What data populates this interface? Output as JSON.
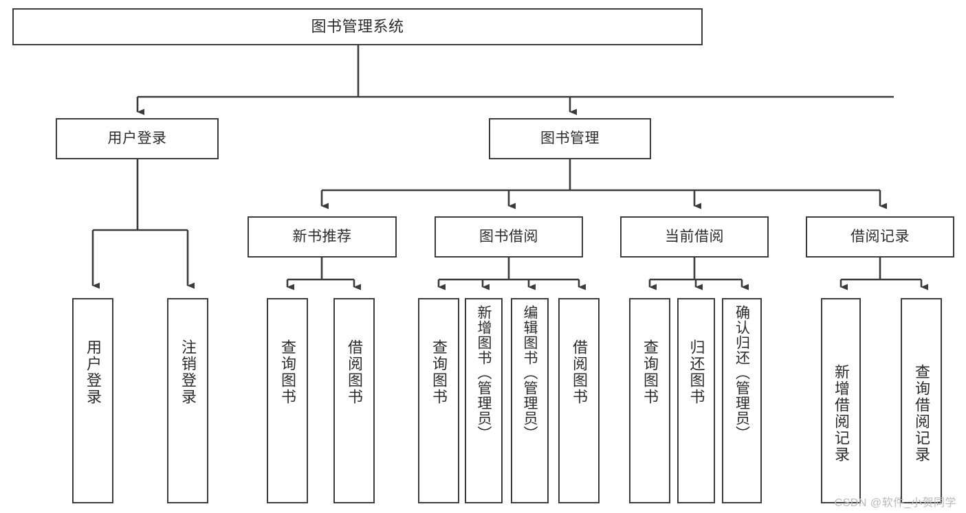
{
  "diagram": {
    "type": "tree-hierarchy-diagram",
    "title": "图书管理系统",
    "line_color": "#3b3b3b",
    "box_fill": "#ffffff",
    "text_color": "#2b2b2b",
    "levels": {
      "root": {
        "label": "图书管理系统"
      },
      "level2": [
        {
          "label": "用户登录"
        },
        {
          "label": "图书管理"
        }
      ],
      "level3": [
        {
          "label": "新书推荐"
        },
        {
          "label": "图书借阅"
        },
        {
          "label": "当前借阅"
        },
        {
          "label": "借阅记录"
        }
      ],
      "leaves": [
        {
          "label": "用户登录",
          "parent": "用户登录"
        },
        {
          "label": "注销登录",
          "parent": "用户登录"
        },
        {
          "label": "查询图书",
          "parent": "新书推荐"
        },
        {
          "label": "借阅图书",
          "parent": "新书推荐"
        },
        {
          "label": "查询图书",
          "parent": "图书借阅"
        },
        {
          "label": "新增图书（管理员）",
          "parent": "图书借阅"
        },
        {
          "label": "编辑图书（管理员）",
          "parent": "图书借阅"
        },
        {
          "label": "借阅图书",
          "parent": "图书借阅"
        },
        {
          "label": "查询图书",
          "parent": "当前借阅"
        },
        {
          "label": "归还图书",
          "parent": "当前借阅"
        },
        {
          "label": "确认归还（管理员）",
          "parent": "当前借阅"
        },
        {
          "label": "新增借阅记录",
          "parent": "借阅记录"
        },
        {
          "label": "查询借阅记录",
          "parent": "借阅记录"
        }
      ]
    },
    "watermark": "CSDN @软件_小贺同学"
  }
}
